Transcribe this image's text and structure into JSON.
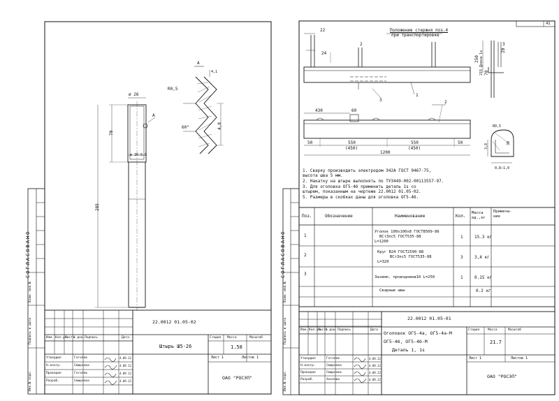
{
  "common": {
    "side_stamps": {
      "agreed": "СОГЛАСОВАНО",
      "inv": "Взам. инв.№",
      "sign": "Подпись и дата",
      "inv_orig": "Инв.№ подл."
    },
    "stamp_headers": {
      "izm": "Изм.",
      "kol": "Кол.уч",
      "list": "Лист",
      "doc": "№ док.",
      "podp": "Подпись",
      "data": "Дата",
      "stadia": "Стадия",
      "massa": "Масса",
      "masshtab": "Масштаб",
      "list2": "Лист 1",
      "listov": "Листов 1"
    },
    "org": "ОАО \"РОСЭП\""
  },
  "left_sheet": {
    "doc_code": "22.0012 01.05-02",
    "title": "Штырь Ш5-26",
    "mass": "1.58",
    "people": [
      {
        "role": "Утвердил",
        "name": "Гоголев",
        "date": "4.09.12"
      },
      {
        "role": "Н.контр.",
        "name": "Смирнова",
        "date": "4.09.12"
      },
      {
        "role": "Проверил",
        "name": "Гоголев",
        "date": "4.09.12"
      },
      {
        "role": "Разраб.",
        "name": "Смирнова",
        "date": "4.09.12"
      }
    ],
    "dims": {
      "d1": "ø 26",
      "d2": "ø 30-0.5",
      "h1": "70",
      "h2": "285",
      "r": "R0,5",
      "a": "A",
      "ang": "60°",
      "p": "4,0",
      "t": "4,1"
    }
  },
  "right_sheet": {
    "page_num": "41",
    "top_caption": "Положение стержня поз.4",
    "top_caption2": "при транспортировке",
    "dims": {
      "d22": "22",
      "d24": "24",
      "d430": "430",
      "d60": "60",
      "d50a": "50",
      "d550a": "550",
      "d450a": "(450)",
      "d550b": "550",
      "d450b": "(450)",
      "d50b": "50",
      "d1200": "1200",
      "d250": "250",
      "d215": "215 Длина 1s",
      "d20": "20",
      "d70": "70",
      "r": "R0,5",
      "d38": "3,8",
      "d30": "30",
      "d08": "0,8–1,0"
    },
    "callouts": [
      "2",
      "3",
      "1",
      "3",
      "2"
    ],
    "notes": [
      "1. Сварку производить электродом Э42А ГОСТ 9467-75,",
      "    высота шва 5 мм.",
      "2. Накатку на штыре выполнять по ТУ3449-002-00113557-97.",
      "3. Для оголовка ОГ5-4б применить деталь 1s со",
      "    штырем, показанным на чертеже 22.0012 01.05-02.",
      "5. Размеры в скобках даны для оголовка ОГ5-4б."
    ],
    "table": {
      "headers": [
        "Поз.",
        "Обозначение",
        "Наименование",
        "Кол.",
        "Масса ед.,кг",
        "Примеча-ние"
      ],
      "rows": [
        {
          "pos": "1",
          "designation": "",
          "name_a": "Уголок 100х100х8 ГОСТ8509-86",
          "name_b": "ВСт3пс5 ГОСТ535-88",
          "name_c": "L=1200",
          "qty": "1",
          "mass": "15.3 кг"
        },
        {
          "pos": "2",
          "designation": "",
          "name_a": "Круг В24 ГОСТ2590-88",
          "name_b": "ВСт3пс5 ГОСТ535-88",
          "name_c": "L=320",
          "qty": "3",
          "mass": "3,4 кг"
        },
        {
          "pos": "3",
          "designation": "",
          "name_a": "Заземл. проводникø10 L=250",
          "name_b": "",
          "name_c": "",
          "qty": "1",
          "mass": "0.15 кг"
        },
        {
          "pos": "",
          "designation": "",
          "name_a": "Сварные швы",
          "name_b": "",
          "name_c": "",
          "qty": "",
          "mass": "0.2 кг"
        }
      ]
    },
    "doc_code": "22.0012 01.05-01",
    "title_lines": [
      "Оголовок ОГ5-4а, ОГ5-4а-М",
      "ОГ5-4б, ОГ5-4б-М",
      "Деталь 1, 1s"
    ],
    "mass": "21.7",
    "people": [
      {
        "role": "Утвердил",
        "name": "Гоголев",
        "date": "4.09.12"
      },
      {
        "role": "Н.контр.",
        "name": "Смирнова",
        "date": "4.09.12"
      },
      {
        "role": "Проверил",
        "name": "Смирнова",
        "date": "4.09.12"
      },
      {
        "role": "Разраб.",
        "name": "Хохлова",
        "date": "4.09.12"
      }
    ]
  }
}
